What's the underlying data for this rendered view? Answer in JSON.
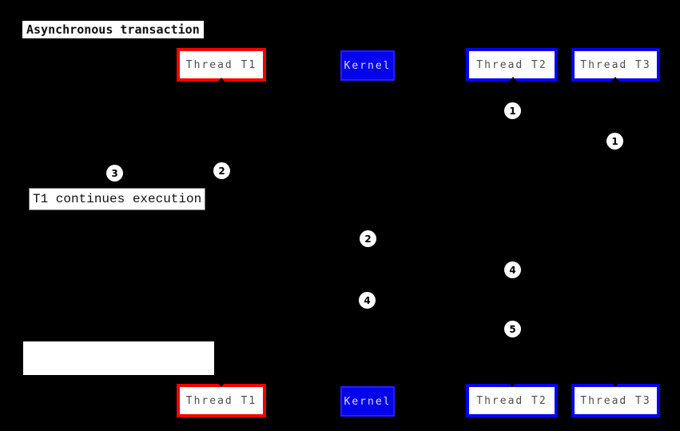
{
  "diagram": {
    "title": "Asynchronous transaction",
    "background_color": "#000000",
    "colors": {
      "thread_t1_border": "#f50000",
      "thread_t2_t3_border": "#0600f2",
      "kernel_fill": "#0502ec",
      "actor_text": "#4d4d4d",
      "kernel_text": "#d9d9ea",
      "note_fill": "#ffffff",
      "note_text": "#111111"
    },
    "actors": [
      {
        "label": "Thread T1",
        "style": "red-outline"
      },
      {
        "label": "Kernel",
        "style": "blue-solid"
      },
      {
        "label": "Thread T2",
        "style": "blue-outline"
      },
      {
        "label": "Thread T3",
        "style": "blue-outline"
      }
    ],
    "notes": {
      "t1_continues": "T1 continues execution",
      "blank": ""
    },
    "markers": [
      {
        "label": "1",
        "lifeline": "Thread T2"
      },
      {
        "label": "1",
        "lifeline": "Thread T3"
      },
      {
        "label": "2",
        "lifeline": "Thread T1"
      },
      {
        "label": "3",
        "lifeline": "left-of-T1-note"
      },
      {
        "label": "2",
        "lifeline": "Kernel"
      },
      {
        "label": "4",
        "lifeline": "Thread T2"
      },
      {
        "label": "4",
        "lifeline": "Kernel"
      },
      {
        "label": "5",
        "lifeline": "Thread T2"
      }
    ]
  }
}
